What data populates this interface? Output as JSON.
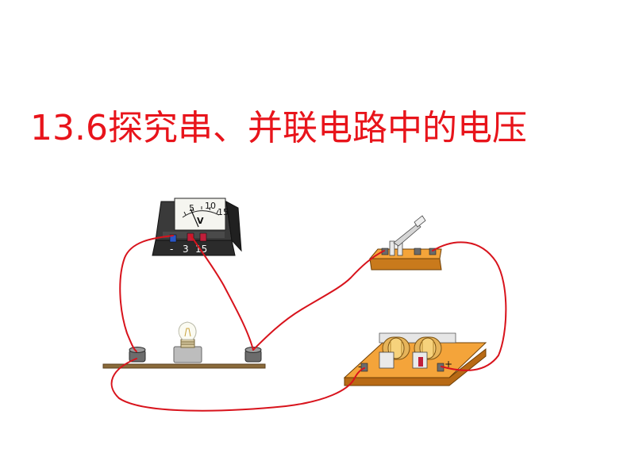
{
  "slide": {
    "title": "13.6探究串、并联电路中的电压"
  },
  "voltmeter": {
    "unit": "V",
    "scale_labels": [
      "5",
      "10",
      "15"
    ],
    "terminal_labels": [
      "-",
      "3",
      "15"
    ]
  },
  "battery_box": {
    "negative_label": "-",
    "positive_label": "+"
  },
  "colors": {
    "title": "#e8141b",
    "wire": "#d8131c",
    "wood": "#f4a43a"
  }
}
